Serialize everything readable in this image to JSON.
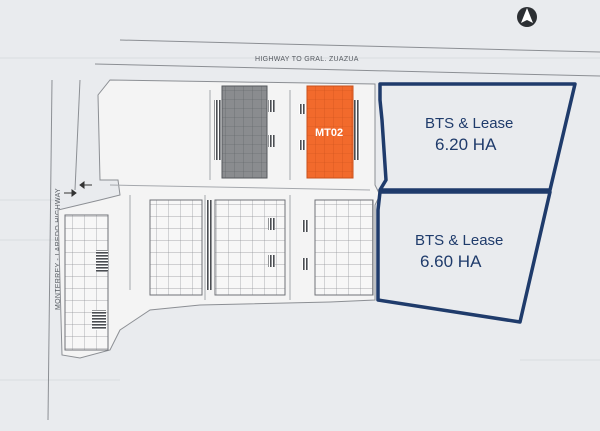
{
  "map": {
    "north_icon": "north-arrow-icon",
    "roads": {
      "top": "HIGHWAY TO GRAL. ZUAZUA",
      "left": "MONTERREY - LAREDO HIGHWAY"
    },
    "highlighted_building": {
      "label": "MT02",
      "color": "#f26a2c"
    },
    "plots": [
      {
        "title": "BTS & Lease",
        "area": "6.20 HA"
      },
      {
        "title": "BTS & Lease",
        "area": "6.60 HA"
      }
    ],
    "colors": {
      "background": "#e9ebee",
      "site": "#f6f6f6",
      "outline": "#8c8f94",
      "plot_border": "#1f3b6b",
      "existing_building": "#8a8c8f"
    }
  }
}
